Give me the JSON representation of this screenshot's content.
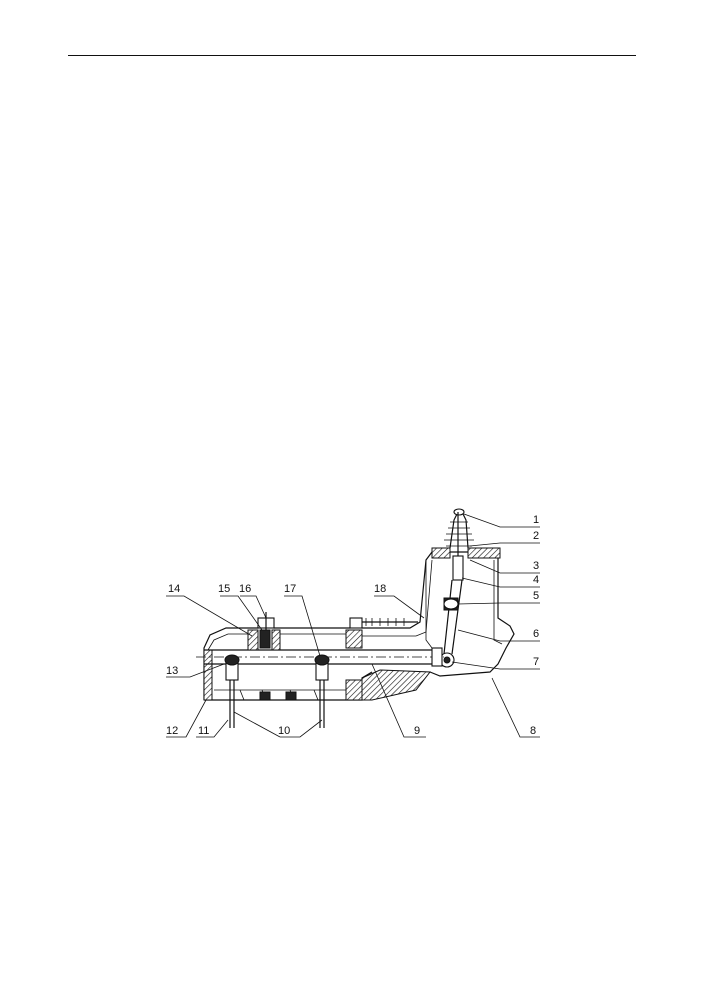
{
  "figure": {
    "callouts": [
      {
        "id": "1",
        "label": "1"
      },
      {
        "id": "2",
        "label": "2"
      },
      {
        "id": "3",
        "label": "3"
      },
      {
        "id": "4",
        "label": "4"
      },
      {
        "id": "5",
        "label": "5"
      },
      {
        "id": "6",
        "label": "6"
      },
      {
        "id": "7",
        "label": "7"
      },
      {
        "id": "8",
        "label": "8"
      },
      {
        "id": "9",
        "label": "9"
      },
      {
        "id": "10",
        "label": "10"
      },
      {
        "id": "11",
        "label": "11"
      },
      {
        "id": "12",
        "label": "12"
      },
      {
        "id": "13",
        "label": "13"
      },
      {
        "id": "14",
        "label": "14"
      },
      {
        "id": "15",
        "label": "15"
      },
      {
        "id": "16",
        "label": "16"
      },
      {
        "id": "17",
        "label": "17"
      },
      {
        "id": "18",
        "label": "18"
      }
    ]
  }
}
